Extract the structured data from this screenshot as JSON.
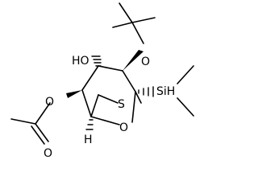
{
  "labels": {
    "ho": "HO",
    "s": "S",
    "o_ring": "O",
    "o_tbu": "O",
    "o_acetate": "O",
    "o_carbonyl": "O",
    "sih": "SiH",
    "h": "H"
  }
}
